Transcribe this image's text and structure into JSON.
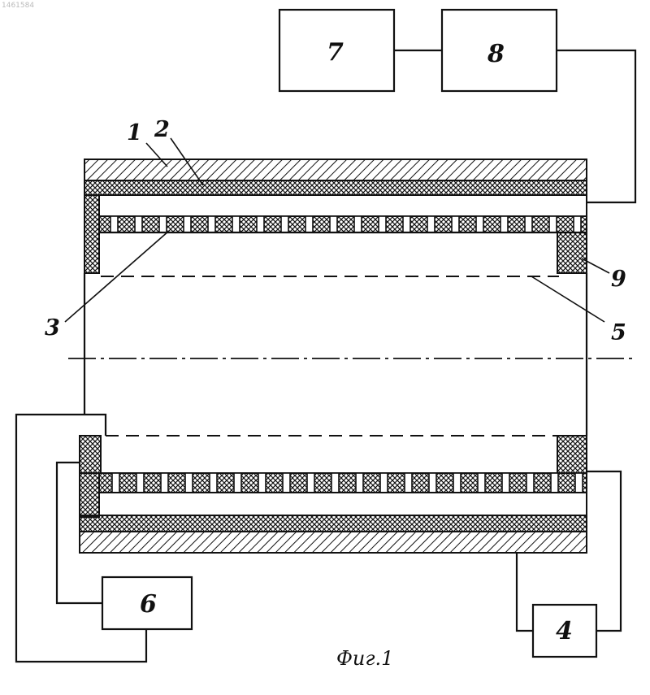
{
  "corner_text": "1461584",
  "blocks": {
    "b7": "7",
    "b8": "8",
    "b6": "6",
    "b4": "4"
  },
  "labels": {
    "l1": "1",
    "l2": "2",
    "l3": "3",
    "l5": "5",
    "l9": "9"
  },
  "caption": "Фиг.1"
}
